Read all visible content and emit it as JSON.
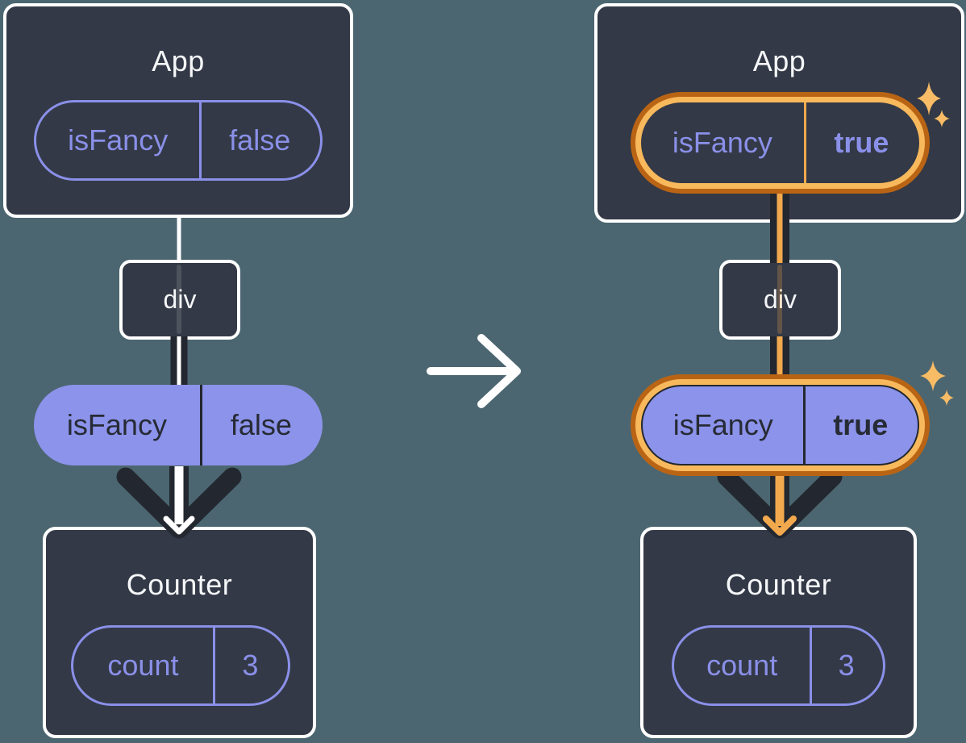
{
  "left_tree": {
    "app": {
      "title": "App",
      "state_pill": {
        "key": "isFancy",
        "value": "false"
      }
    },
    "div_label": "div",
    "prop_pill": {
      "key": "isFancy",
      "value": "false"
    },
    "counter": {
      "title": "Counter",
      "state_pill": {
        "key": "count",
        "value": "3"
      }
    }
  },
  "right_tree": {
    "app": {
      "title": "App",
      "state_pill": {
        "key": "isFancy",
        "value": "true"
      }
    },
    "div_label": "div",
    "prop_pill": {
      "key": "isFancy",
      "value": "true"
    },
    "counter": {
      "title": "Counter",
      "state_pill": {
        "key": "count",
        "value": "3"
      }
    }
  },
  "icons": {
    "transform_arrow": "arrow-right-icon",
    "sparkle": "sparkle-icon"
  },
  "colors": {
    "background": "#4B6670",
    "box_fill": "#333946",
    "box_border": "#FFFFFF",
    "title_text": "#F5F7F9",
    "purple": "#8A90E8",
    "purple_fill": "#8C93EA",
    "on_purple_text": "#262B35",
    "dark": "#23272F",
    "orange_outer": "#B96414",
    "orange_inner": "#F8B95C",
    "orange_line": "#F2A94E",
    "sparkle": "#F8BC66"
  }
}
